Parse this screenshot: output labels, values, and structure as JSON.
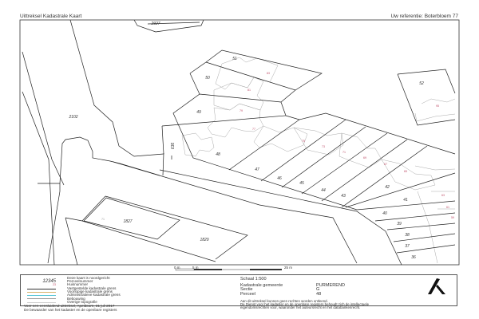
{
  "header": {
    "title": "Uittreksel Kadastrale Kaart",
    "reference": "Uw referentie: Boterbloem 77"
  },
  "map": {
    "parcels": [
      "2927",
      "2102",
      "51",
      "50",
      "49",
      "48",
      "47",
      "46",
      "45",
      "44",
      "43",
      "42",
      "41",
      "40",
      "39",
      "38",
      "37",
      "36",
      "52",
      "1827",
      "1829",
      "636"
    ],
    "house_numbers": [
      "83",
      "81",
      "79",
      "77",
      "75",
      "73",
      "71",
      "69",
      "67",
      "65",
      "63",
      "61",
      "59",
      "95",
      "71"
    ]
  },
  "scalebar": {
    "labels": [
      "0 m",
      "5 m",
      "25 m"
    ]
  },
  "legend": {
    "sample_parcel_number": "12345",
    "sample_house_number": "23",
    "items": [
      "Deze kaart is noordgericht",
      "Perceelnummer",
      "Huisnummer",
      "Vastgestelde kadastrale grens",
      "Voorlopige kadastrale grens",
      "Administratieve kadastrale grens",
      "Bebouwing",
      "Overige topografie"
    ],
    "line_colors": [
      "#333333",
      "#d9b36c",
      "#5fc8d8",
      "#999999",
      "#cccccc"
    ],
    "footer_1": "Voor een eensluidend uittreksel, Apeldoorn, 31 juli 2017",
    "footer_2": "De bewaarder van het kadaster en de openbare registers"
  },
  "info": {
    "scale": "Schaal 1:500",
    "municipality_label": "Kadastrale gemeente",
    "municipality_value": "PURMEREND",
    "section_label": "Sectie",
    "section_value": "G",
    "parcel_label": "Perceel",
    "parcel_value": "48",
    "disclaimer_1": "Aan dit uittreksel kunnen geen rechten worden ontleend.",
    "disclaimer_2": "De Dienst voor het kadaster en de openbare registers behoudt zich de intellectuele",
    "disclaimer_3": "eigendomsrechten voor, waaronder het auteursrecht en het databankenrecht."
  },
  "colors": {
    "house_number": "#c0506a",
    "building": "#aaaaaa",
    "boundary": "#222222"
  }
}
